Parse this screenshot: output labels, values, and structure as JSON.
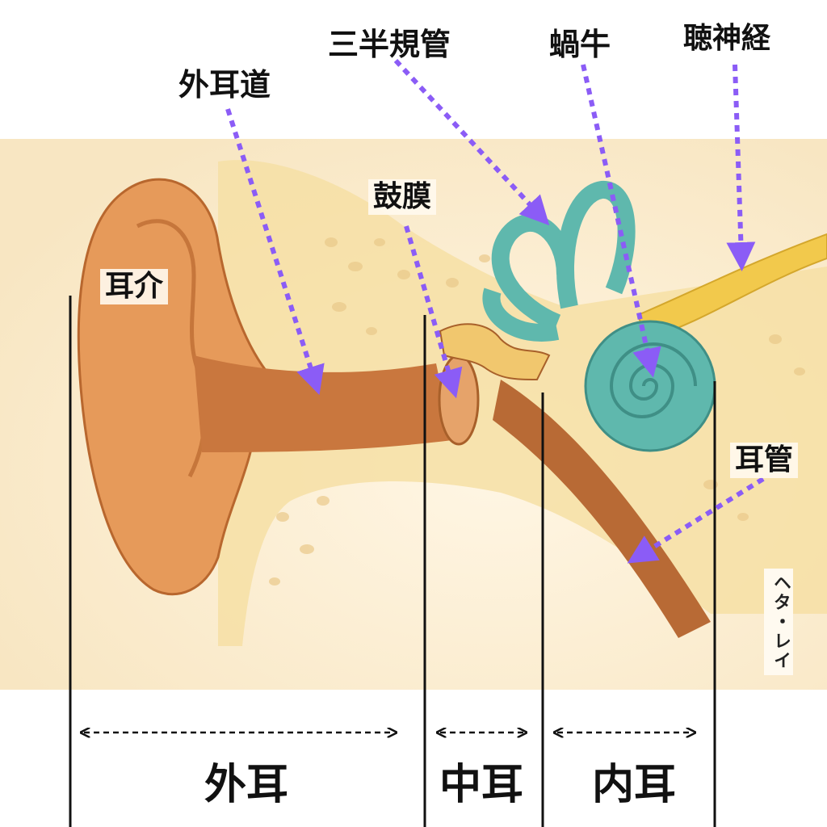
{
  "labels": {
    "ear_canal": "外耳道",
    "semicircular_canals": "三半規管",
    "cochlea": "蝸牛",
    "auditory_nerve": "聴神経",
    "eardrum": "鼓膜",
    "auricle": "耳介",
    "eustachian_tube": "耳管"
  },
  "regions": {
    "outer_ear": "外耳",
    "middle_ear": "中耳",
    "inner_ear": "内耳"
  },
  "signature": "ヘタ・レイ",
  "colors": {
    "arrow": "#8b5cf6",
    "skin": "#e69a5a",
    "bone": "#f6dfa4",
    "inner_ear": "#5fb8ad",
    "nerve": "#f2c94c",
    "background": "#fbefd6"
  }
}
